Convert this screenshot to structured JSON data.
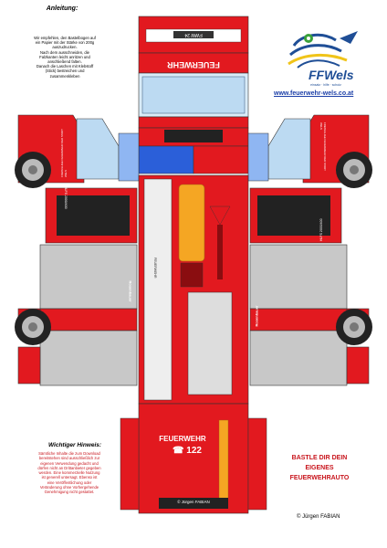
{
  "instructions": {
    "title": "Anleitung:",
    "lines": [
      "Wir empfehlen, den Bastelbogen auf",
      "ein Papier mit der Stärke von 200g",
      "auszudrucken.",
      "Nach dem  ausschneiden, die",
      "Falzkanten leicht anritzen und",
      "anschließend falten.",
      "Danach die Laschen mit Klebstoff",
      "(Stick) bestreichen und",
      "zusammenkleben"
    ]
  },
  "logo": {
    "name": "FFWels",
    "tagline": "einsatz · hilfe · schutz",
    "url": "www.feuerwehr-wels.co.at"
  },
  "truck": {
    "cab_banner": "FEUERWEHR",
    "plate": "FWW 24",
    "door_text_left": "FREIWILLIGE FEUERWEHR DER STADT WELS",
    "door_text_right": "FREIWILLIGE FEUERWEHR DER STADT WELS",
    "side_label_left": "HLFS 2000/400",
    "side_label_right": "HLFS 2000/400",
    "side_brand_left": "Rosenbauer",
    "side_brand_right": "Rosenbauer",
    "rear_label": "FEUERWEHR",
    "rear_phone": "☎ 122",
    "rear_credit": "© Jürgen FABIAN",
    "roof_sign": "FEUERWEHR"
  },
  "notice": {
    "title": "Wichtiger Hinweis:",
    "lines": [
      "Sämtliche Inhalte die zum Download",
      "bereitstehen sind ausschließlich zur",
      "eigenen Verwendung gedacht und",
      "dürfen nicht an Drittanbieter gegeben",
      "werden. Eine kommerzielle Nutzung",
      "ist generell untersagt. Ebenso ist",
      "eine Veröffentlichung oder",
      "Veränderung ohne Vorhergehende",
      "Genehmigung nicht gestattet."
    ]
  },
  "bastle": {
    "line1": "BASTLE DIR DEIN",
    "line2": "EIGENES",
    "line3": "FEUERWEHRAUTO"
  },
  "copyright": "© Jürgen FABIAN",
  "colors": {
    "truck_red": "#e2191f",
    "dark_red": "#b30f14",
    "blue": "#2b5fd9",
    "light_blue": "#8fb6f2",
    "grey": "#c8c8c8",
    "orange": "#f5a623"
  }
}
